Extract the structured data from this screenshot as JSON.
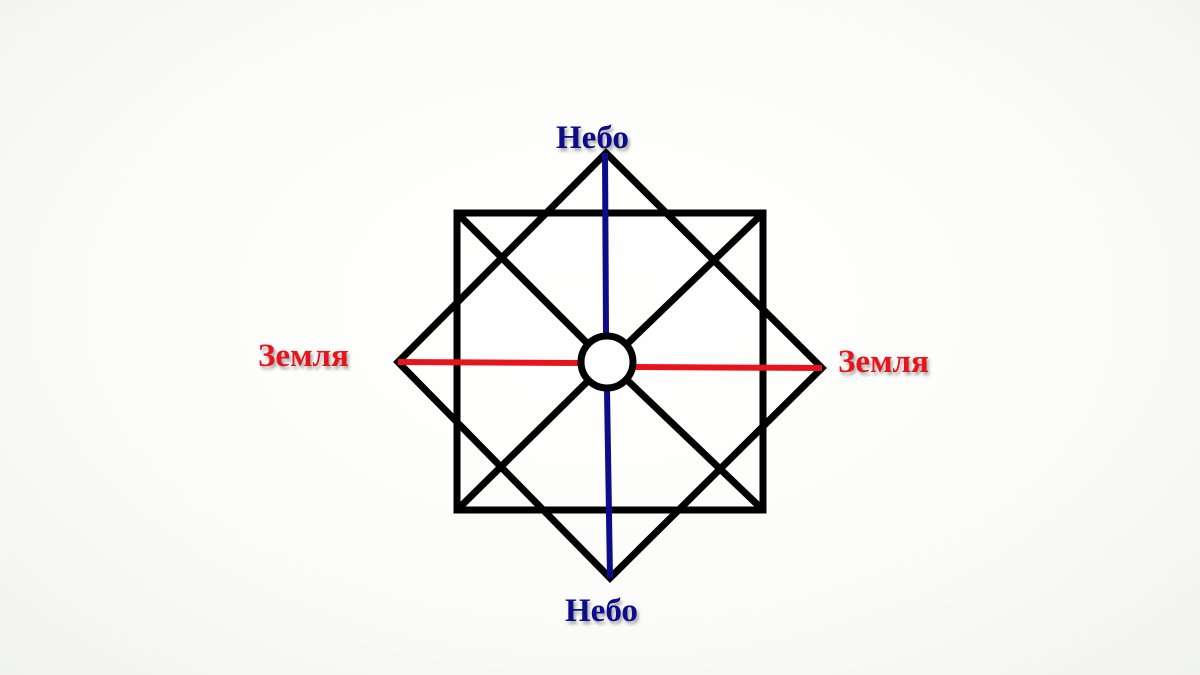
{
  "labels": {
    "top": "Небо",
    "bottom": "Небо",
    "left": "Земля",
    "right": "Земля"
  },
  "colors": {
    "sky": "#0d0d8a",
    "earth": "#e8141c",
    "frame": "#000000",
    "background": "#fefefc"
  }
}
